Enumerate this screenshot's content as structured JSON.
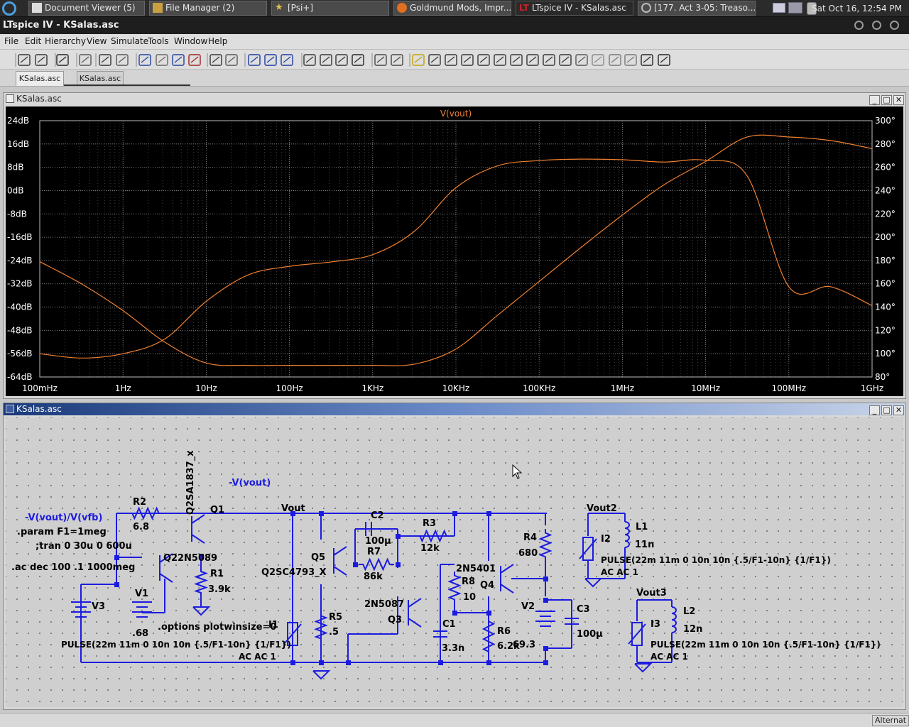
{
  "taskbar": {
    "tasks": [
      {
        "label": "Document Viewer (5)"
      },
      {
        "label": "File Manager (2)"
      },
      {
        "label": "[Psi+]"
      },
      {
        "label": "Goldmund Mods, Impr..."
      },
      {
        "label": "LTspice IV - KSalas.asc"
      },
      {
        "label": "[177. Act 3-05: Treaso..."
      }
    ],
    "clock": "Sat Oct 16, 12:54 PM"
  },
  "window": {
    "title": "LTspice IV - KSalas.asc"
  },
  "menu": [
    "File",
    "Edit",
    "Hierarchy",
    "View",
    "Simulate",
    "Tools",
    "Window",
    "Help"
  ],
  "tabs": [
    "KSalas.asc",
    "KSalas.asc"
  ],
  "plot_window": {
    "title": "KSalas.asc",
    "trace_label": "V(vout)"
  },
  "schematic_window": {
    "title": "KSalas.asc"
  },
  "status": {
    "right": "Alternat"
  },
  "colors": {
    "trace": "#f08030",
    "plot_bg": "#000000",
    "wire": "#1c1ce0",
    "label": "#000000"
  },
  "chart_data": {
    "type": "line",
    "title": "V(vout)",
    "x_scale": "log",
    "x_ticks": [
      "100mHz",
      "1Hz",
      "10Hz",
      "100Hz",
      "1KHz",
      "10KHz",
      "100KHz",
      "1MHz",
      "10MHz",
      "100MHz",
      "1GHz"
    ],
    "y_left_ticks": [
      "24dB",
      "16dB",
      "8dB",
      "0dB",
      "-8dB",
      "-16dB",
      "-24dB",
      "-32dB",
      "-40dB",
      "-48dB",
      "-56dB",
      "-64dB"
    ],
    "y_right_ticks": [
      "300°",
      "280°",
      "260°",
      "240°",
      "220°",
      "200°",
      "180°",
      "160°",
      "140°",
      "120°",
      "100°",
      "80°"
    ],
    "ylim": [
      -64,
      24
    ],
    "y2lim": [
      80,
      300
    ],
    "series": [
      {
        "axis": "left",
        "x_log10": [
          -1,
          -0.5,
          0,
          0.5,
          1,
          1.5,
          2,
          2.5,
          3,
          3.5,
          4,
          4.5,
          5,
          5.5,
          6,
          6.5,
          7,
          7.5,
          8,
          8.5,
          9
        ],
        "values": [
          -56,
          -57.5,
          -56,
          -51,
          -38,
          -29,
          -26,
          -24.5,
          -22,
          -14,
          1,
          8.5,
          10.3,
          10.8,
          10.6,
          9.8,
          10.4,
          5,
          -33,
          -33,
          -39.5
        ]
      },
      {
        "axis": "right",
        "x_log10": [
          -1,
          -0.5,
          0,
          0.5,
          1,
          1.5,
          2,
          2.5,
          3,
          3.5,
          4,
          4.5,
          5,
          5.5,
          6,
          6.5,
          7,
          7.5,
          8,
          8.5,
          9
        ],
        "values": [
          179,
          160,
          137,
          110,
          92,
          90,
          90,
          90,
          90,
          91,
          104,
          133,
          162,
          191,
          219,
          245,
          265,
          286,
          286,
          283,
          276
        ]
      }
    ]
  },
  "schematic": {
    "labels": [
      {
        "text": "-V(vout)",
        "color": "blue"
      },
      {
        "text": "-V(vout)/V(vfb)",
        "color": "blue"
      },
      {
        "text": ".param F1=1meg",
        "color": "black"
      },
      {
        "text": ";tran 0 30u 0 600u",
        "color": "black"
      },
      {
        "text": ".ac dec 100 .1 1000meg",
        "color": "black"
      },
      {
        "text": ".options plotwinsize=0",
        "color": "black"
      },
      {
        "text": "Vout",
        "color": "black"
      },
      {
        "text": "Vout2",
        "color": "black"
      },
      {
        "text": "Vout3",
        "color": "black"
      },
      {
        "text": "R2",
        "color": "black"
      },
      {
        "text": "6.8",
        "color": "black"
      },
      {
        "text": "Q2SA1837_x",
        "color": "black"
      },
      {
        "text": "Q1",
        "color": "black"
      },
      {
        "text": "2N5089",
        "color": "black"
      },
      {
        "text": "Q2",
        "color": "black"
      },
      {
        "text": "R1",
        "color": "black"
      },
      {
        "text": "3.9k",
        "color": "black"
      },
      {
        "text": "V1",
        "color": "black"
      },
      {
        "text": ".68",
        "color": "black"
      },
      {
        "text": "V3",
        "color": "black"
      },
      {
        "text": "PULSE(22m 11m 0 10n 10n {.5/F1-10n} {1/F1})",
        "color": "black"
      },
      {
        "text": "AC AC 1",
        "color": "black"
      },
      {
        "text": "I1",
        "color": "black"
      },
      {
        "text": "Q5",
        "color": "black"
      },
      {
        "text": "Q2SC4793_X",
        "color": "black"
      },
      {
        "text": "C2",
        "color": "black"
      },
      {
        "text": "100µ",
        "color": "black"
      },
      {
        "text": "R7",
        "color": "black"
      },
      {
        "text": "86k",
        "color": "black"
      },
      {
        "text": "R3",
        "color": "black"
      },
      {
        "text": "12k",
        "color": "black"
      },
      {
        "text": "R5",
        "color": "black"
      },
      {
        "text": ".5",
        "color": "black"
      },
      {
        "text": "2N5087",
        "color": "black"
      },
      {
        "text": "Q3",
        "color": "black"
      },
      {
        "text": "2N5401",
        "color": "black"
      },
      {
        "text": "R8",
        "color": "black"
      },
      {
        "text": "10",
        "color": "black"
      },
      {
        "text": "C1",
        "color": "black"
      },
      {
        "text": "3.3n",
        "color": "black"
      },
      {
        "text": "Q4",
        "color": "black"
      },
      {
        "text": "R4",
        "color": "black"
      },
      {
        "text": "680",
        "color": "black"
      },
      {
        "text": "R6",
        "color": "black"
      },
      {
        "text": "6.2k",
        "color": "black"
      },
      {
        "text": "V2",
        "color": "black"
      },
      {
        "text": "69.3",
        "color": "black"
      },
      {
        "text": "C3",
        "color": "black"
      },
      {
        "text": "100µ",
        "color": "black"
      },
      {
        "text": "I2",
        "color": "black"
      },
      {
        "text": "L1",
        "color": "black"
      },
      {
        "text": "11n",
        "color": "black"
      },
      {
        "text": "PULSE(22m 11m 0 10n 10n {.5/F1-10n} {1/F1})",
        "color": "black"
      },
      {
        "text": "AC AC 1",
        "color": "black"
      },
      {
        "text": "I3",
        "color": "black"
      },
      {
        "text": "L2",
        "color": "black"
      },
      {
        "text": "12n",
        "color": "black"
      },
      {
        "text": "PULSE(22m 11m 0 10n 10n {.5/F1-10n} {1/F1})",
        "color": "black"
      },
      {
        "text": "AC AC 1",
        "color": "black"
      }
    ]
  }
}
